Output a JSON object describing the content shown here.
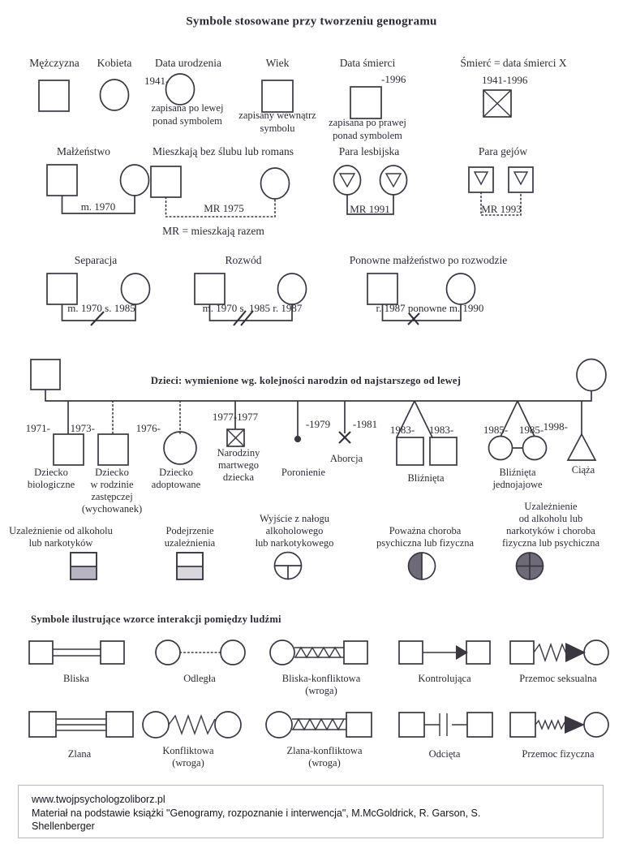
{
  "title": "Symbole stosowane przy tworzeniu genogramu",
  "row1": {
    "items": [
      {
        "name": "mezczyzna",
        "label": "Mężczyzna",
        "shape": "square"
      },
      {
        "name": "kobieta",
        "label": "Kobieta",
        "shape": "circle"
      },
      {
        "name": "data-urodzenia",
        "label": "Data urodzenia",
        "value": "1941-",
        "note": "zapisana po lewej\nponad symbolem",
        "note1": "zapisana po lewej",
        "note2": "ponad symbolem"
      },
      {
        "name": "wiek",
        "label": "Wiek",
        "note1": "zapisany wewnątrz",
        "note2": "symbolu"
      },
      {
        "name": "data-smierci",
        "label": "Data śmierci",
        "value": "-1996",
        "note1": "zapisana po prawej",
        "note2": "ponad symbolem"
      },
      {
        "name": "smierc",
        "label": "Śmierć = data śmierci X",
        "value": "1941-1996"
      }
    ]
  },
  "row2": {
    "marriage": {
      "label": "Małżeństwo",
      "value": "m. 1970"
    },
    "cohabit": {
      "label": "Mieszkają bez ślubu lub romans",
      "value": "MR 1975",
      "legend": "MR = mieszkają razem"
    },
    "lesbian": {
      "label": "Para lesbijska",
      "value": "MR 1991"
    },
    "gay": {
      "label": "Para gejów",
      "value": "MR 1993"
    }
  },
  "row3": {
    "separation": {
      "label": "Separacja",
      "value": "m. 1970 s. 1985"
    },
    "divorce": {
      "label": "Rozwód",
      "value": "m. 1970 s. 1985 r. 1987"
    },
    "remarriage": {
      "label": "Ponowne małżeństwo po rozwodzie",
      "value": "r. 1987 ponowne m. 1990"
    }
  },
  "children": {
    "banner": "Dzieci: wymienione wg. kolejności narodzin od najstarszego od lewej",
    "items": [
      {
        "name": "dziecko-biologiczne",
        "date": "1971-",
        "label1": "Dziecko",
        "label2": "biologiczne",
        "label3": ""
      },
      {
        "name": "dziecko-w-rodzinie-zastepczej",
        "date": "1973-",
        "label1": "Dziecko",
        "label2": "w rodzinie",
        "label3": "zastępczej",
        "label4": "(wychowanek)"
      },
      {
        "name": "dziecko-adoptowane",
        "date": "1976-",
        "label1": "Dziecko",
        "label2": "adoptowane",
        "label3": ""
      },
      {
        "name": "narodziny-martwego-dziecka",
        "date": "1977-1977",
        "label1": "Narodziny",
        "label2": "martwego",
        "label3": "dziecka"
      },
      {
        "name": "poronienie",
        "date": "-1979",
        "label1": "Poronienie",
        "label2": "",
        "label3": ""
      },
      {
        "name": "aborcja",
        "date": "-1981",
        "label1": "Aborcja",
        "label2": "",
        "label3": ""
      },
      {
        "name": "blizniela",
        "date": "1983-",
        "date2": "1983-",
        "label1": "Bliźnięta",
        "label2": "",
        "label3": ""
      },
      {
        "name": "blizniela-jednojajowe",
        "date": "1985-",
        "date2": "1985-",
        "label1": "Bliźnięta",
        "label2": "jednojajowe",
        "label3": ""
      },
      {
        "name": "ciaza",
        "date": "1998-",
        "label1": "Ciąża",
        "label2": "",
        "label3": ""
      }
    ]
  },
  "conditions": [
    {
      "name": "uzaleznienie",
      "l1": "Uzależnienie od alkoholu",
      "l2": "lub narkotyków",
      "l3": ""
    },
    {
      "name": "podejrzenie-uzaleznienia",
      "l1": "Podejrzenie",
      "l2": "uzależnienia",
      "l3": ""
    },
    {
      "name": "wyjscie-z-nalogu",
      "l1": "Wyjście z nałogu",
      "l2": "alkoholowego",
      "l3": "lub narkotykowego"
    },
    {
      "name": "powazna-choroba",
      "l1": "Poważna choroba",
      "l2": "psychiczna lub fizyczna",
      "l3": ""
    },
    {
      "name": "uzaleznienie-i-choroba",
      "l0": "Uzależnienie",
      "l1": "od alkoholu lub",
      "l2": "narkotyków i choroba",
      "l3": "fizyczna lub psychiczna"
    }
  ],
  "interactions": {
    "heading": "Symbole ilustrujące wzorce interakcji pomiędzy ludźmi",
    "row1": [
      {
        "name": "bliska",
        "l1": "Bliska",
        "l2": ""
      },
      {
        "name": "odlegla",
        "l1": "Odległa",
        "l2": ""
      },
      {
        "name": "bliska-konfliktowa",
        "l1": "Bliska-konfliktowa",
        "l2": "(wroga)"
      },
      {
        "name": "kontrolujaca",
        "l1": "Kontrolująca",
        "l2": ""
      },
      {
        "name": "przemoc-seksualna",
        "l1": "Przemoc seksualna",
        "l2": ""
      }
    ],
    "row2": [
      {
        "name": "zlana",
        "l1": "Zlana",
        "l2": ""
      },
      {
        "name": "konfliktowa",
        "l1": "Konfliktowa",
        "l2": "(wroga)"
      },
      {
        "name": "zlana-konfliktowa",
        "l1": "Zlana-konfliktowa",
        "l2": "(wroga)"
      },
      {
        "name": "odcieta",
        "l1": "Odcięta",
        "l2": ""
      },
      {
        "name": "przemoc-fizyczna",
        "l1": "Przemoc fizyczna",
        "l2": ""
      }
    ]
  },
  "footer": {
    "line1": "www.twojpsychologzoliborz.pl",
    "line2": "Materiał na podstawie książki \"Genogramy, rozpoznanie i interwencja\", M.McGoldrick, R. Garson, S.",
    "line3": "Shellenberger"
  },
  "colors": {
    "ink": "#3a3740",
    "shade_light": "#b9b4c2",
    "shade_dark": "#6f6a78",
    "paper": "#ffffff",
    "footer_border": "#b9b6bd"
  }
}
